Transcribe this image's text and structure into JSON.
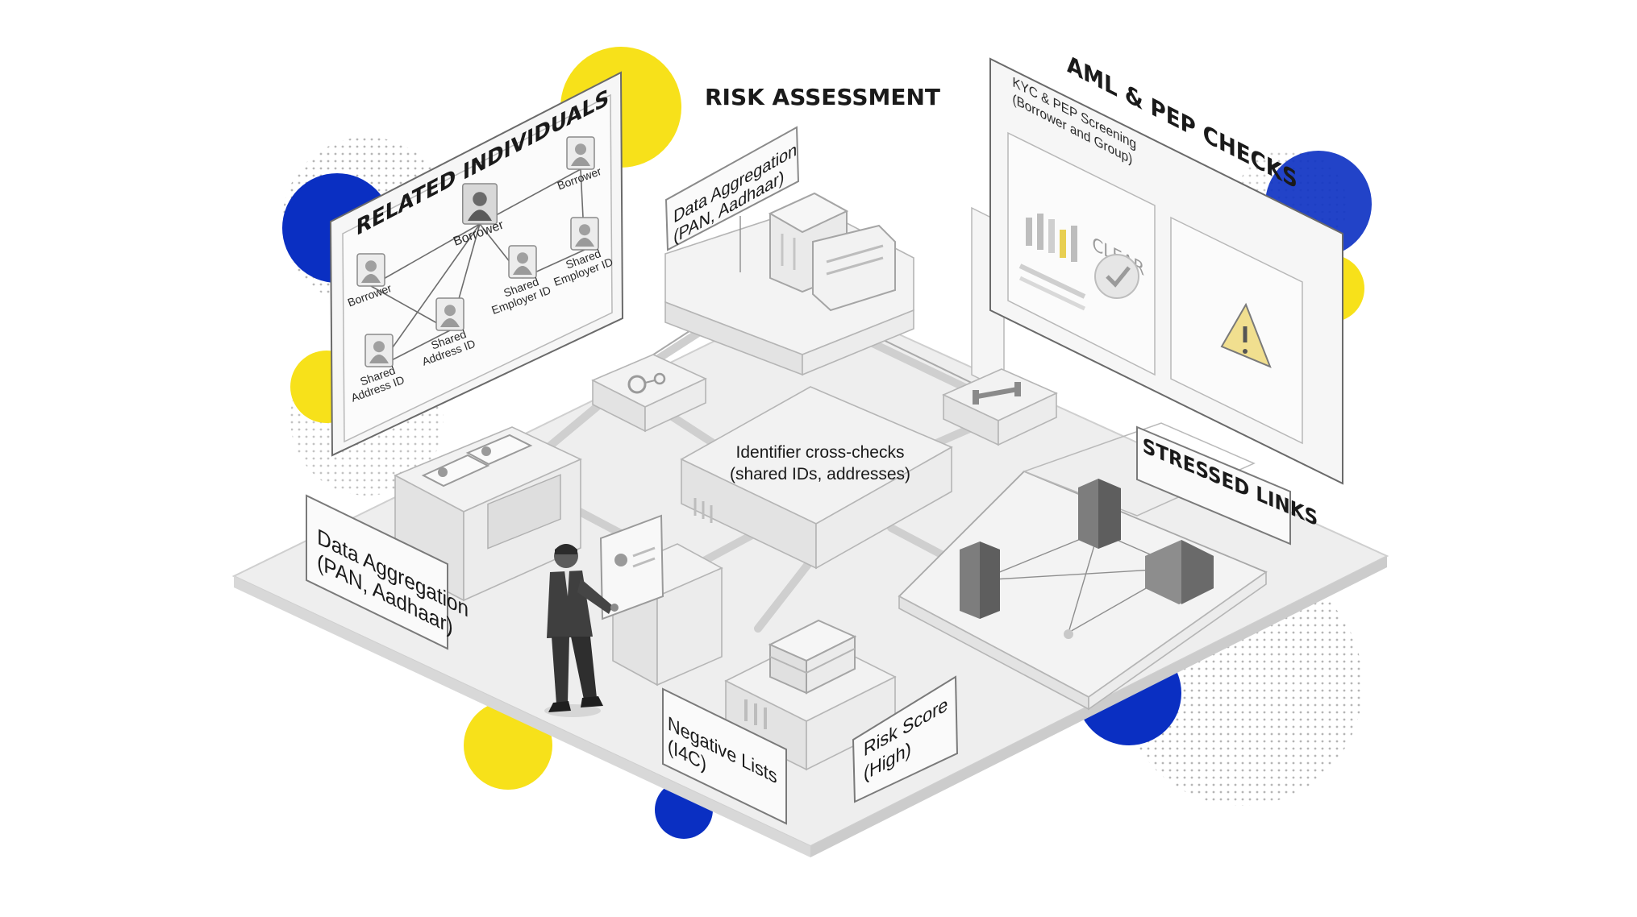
{
  "title": "RISK ASSESSMENT",
  "related_individuals": {
    "heading": "RELATED INDIVIDUALS",
    "nodes": [
      {
        "lines": [
          "Borrower"
        ],
        "center": true
      },
      {
        "lines": [
          "Borrower"
        ]
      },
      {
        "lines": [
          "Borrower"
        ]
      },
      {
        "lines": [
          "Shared",
          "Employer ID"
        ]
      },
      {
        "lines": [
          "Shared",
          "Employer ID"
        ]
      },
      {
        "lines": [
          "Shared",
          "Address ID"
        ]
      },
      {
        "lines": [
          "Shared",
          "Address ID"
        ]
      }
    ]
  },
  "aml_pep": {
    "heading": "AML & PEP CHECKS",
    "screening_title": "KYC & PEP Screening",
    "screening_subtitle": "(Borrower and Group)",
    "clear_label": "CLEAR"
  },
  "labels": {
    "data_aggregation_top": [
      "Data Aggregation",
      "(PAN, Aadhaar)"
    ],
    "data_aggregation_left": [
      "Data Aggregation",
      "(PAN, Aadhaar)"
    ],
    "identifier_crosschecks": [
      "Identifier cross-checks",
      "(shared IDs, addresses)"
    ],
    "stressed_links": "STRESSED LINKS",
    "negative_lists": [
      "Negative Lists",
      "(I4C)"
    ],
    "risk_score": [
      "Risk Score",
      "(High)"
    ]
  },
  "colors": {
    "yellow": "#F7E11A",
    "blue": "#0A2FC2",
    "panel_border": "#6a6a6a",
    "platform": "#eeeeee"
  },
  "icons": [
    "person-icon",
    "server-icon",
    "gear-network-icon",
    "transfer-icon",
    "database-icon",
    "building-icon",
    "warning-icon",
    "check-icon",
    "bar-chart-icon",
    "id-card-icon",
    "businessman-figure"
  ]
}
